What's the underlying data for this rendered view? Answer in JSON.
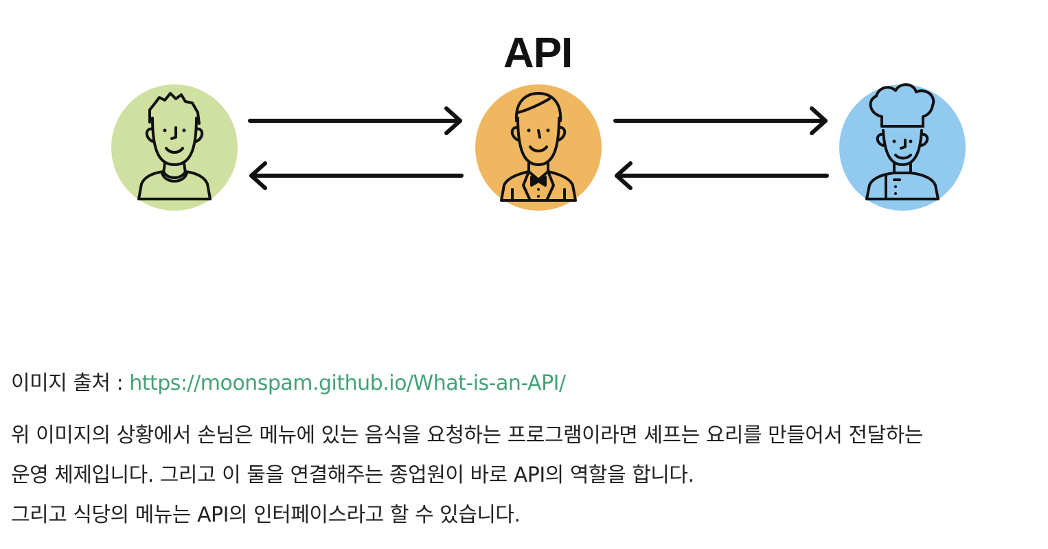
{
  "diagram": {
    "title": "API",
    "nodes": [
      {
        "id": "customer",
        "icon": "customer-icon",
        "circle_color": "#cfe0a0"
      },
      {
        "id": "waiter",
        "icon": "waiter-icon",
        "circle_color": "#efb760"
      },
      {
        "id": "chef",
        "icon": "chef-icon",
        "circle_color": "#92c9ef"
      }
    ],
    "edges": [
      {
        "from": "customer",
        "to": "waiter"
      },
      {
        "from": "waiter",
        "to": "customer"
      },
      {
        "from": "waiter",
        "to": "chef"
      },
      {
        "from": "chef",
        "to": "waiter"
      }
    ]
  },
  "source": {
    "label": "이미지 출처 : ",
    "link_text": "https://moonspam.github.io/What-is-an-API/",
    "link_color": "#43a276"
  },
  "paragraphs": [
    {
      "lines": [
        "위 이미지의 상황에서 손님은 메뉴에 있는 음식을 요청하는 프로그램이라면 셰프는 요리를 만들어서 전달하는",
        "운영 체제입니다. 그리고 이 둘을 연결해주는 종업원이 바로 API의 역할을 합니다.",
        "그리고 식당의 메뉴는 API의 인터페이스라고 할 수 있습니다."
      ]
    }
  ]
}
